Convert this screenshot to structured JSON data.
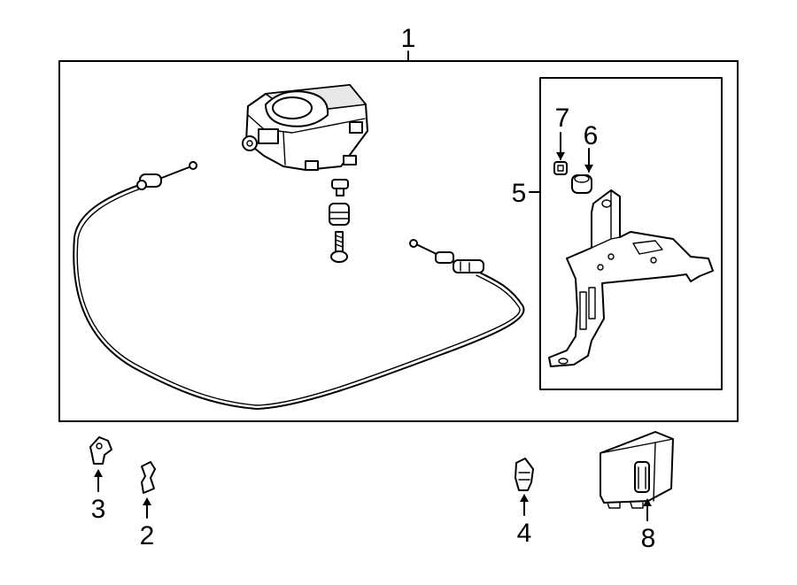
{
  "diagram": {
    "callouts": {
      "c1": "1",
      "c2": "2",
      "c3": "3",
      "c4": "4",
      "c5": "5",
      "c6": "6",
      "c7": "7",
      "c8": "8"
    },
    "colors": {
      "line": "#000000",
      "background": "#ffffff",
      "shade": "#e8e8e8"
    }
  }
}
